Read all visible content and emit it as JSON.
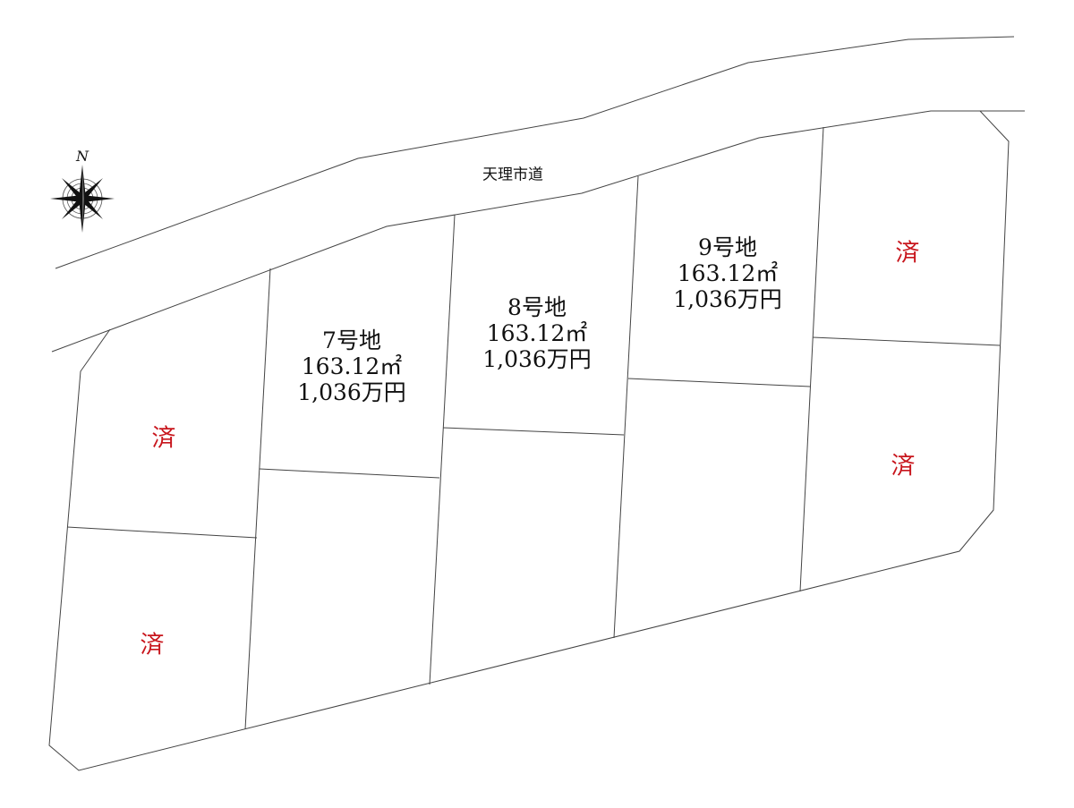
{
  "road_name": "天理市道",
  "compass_label": "N",
  "colors": {
    "sold": "#c8161d",
    "line": "#444444"
  },
  "lots": [
    {
      "name": "7号地",
      "area": "163.12㎡",
      "price": "1,036万円"
    },
    {
      "name": "8号地",
      "area": "163.12㎡",
      "price": "1,036万円"
    },
    {
      "name": "9号地",
      "area": "163.12㎡",
      "price": "1,036万円"
    }
  ],
  "sold_mark": "済"
}
